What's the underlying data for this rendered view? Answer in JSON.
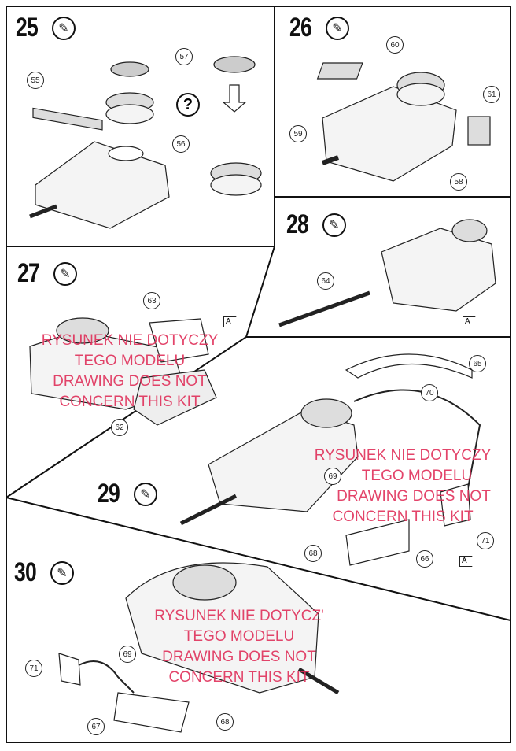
{
  "steps": [
    {
      "number": "25",
      "icon": "glue-tube-icon"
    },
    {
      "number": "26",
      "icon": "glue-tube-icon"
    },
    {
      "number": "27",
      "icon": "glue-tube-icon"
    },
    {
      "number": "28",
      "icon": "glue-tube-icon"
    },
    {
      "number": "29",
      "icon": "glue-tube-icon"
    },
    {
      "number": "30",
      "icon": "glue-tube-icon"
    }
  ],
  "glue_glyph": "✎",
  "question_mark": "?",
  "callouts": {
    "s25": [
      "55",
      "57",
      "56"
    ],
    "s26": [
      "60",
      "61",
      "59",
      "58"
    ],
    "s28": [
      "64"
    ],
    "s27": [
      "63",
      "62"
    ],
    "s29": [
      "65",
      "70",
      "69",
      "71",
      "68",
      "66"
    ],
    "s30": [
      "71",
      "69",
      "67",
      "68"
    ]
  },
  "flag_label": "A",
  "watermark": {
    "line1": "RYSUNEK NIE DOTYCZY",
    "line2": "TEGO MODELU",
    "line3": "DRAWING DOES NOT",
    "line4": "CONCERN THIS KIT",
    "line1_variant": "RYSUNEK NIE DOTYCZ'"
  },
  "colors": {
    "watermark": "#e0305a",
    "ink": "#111111"
  }
}
